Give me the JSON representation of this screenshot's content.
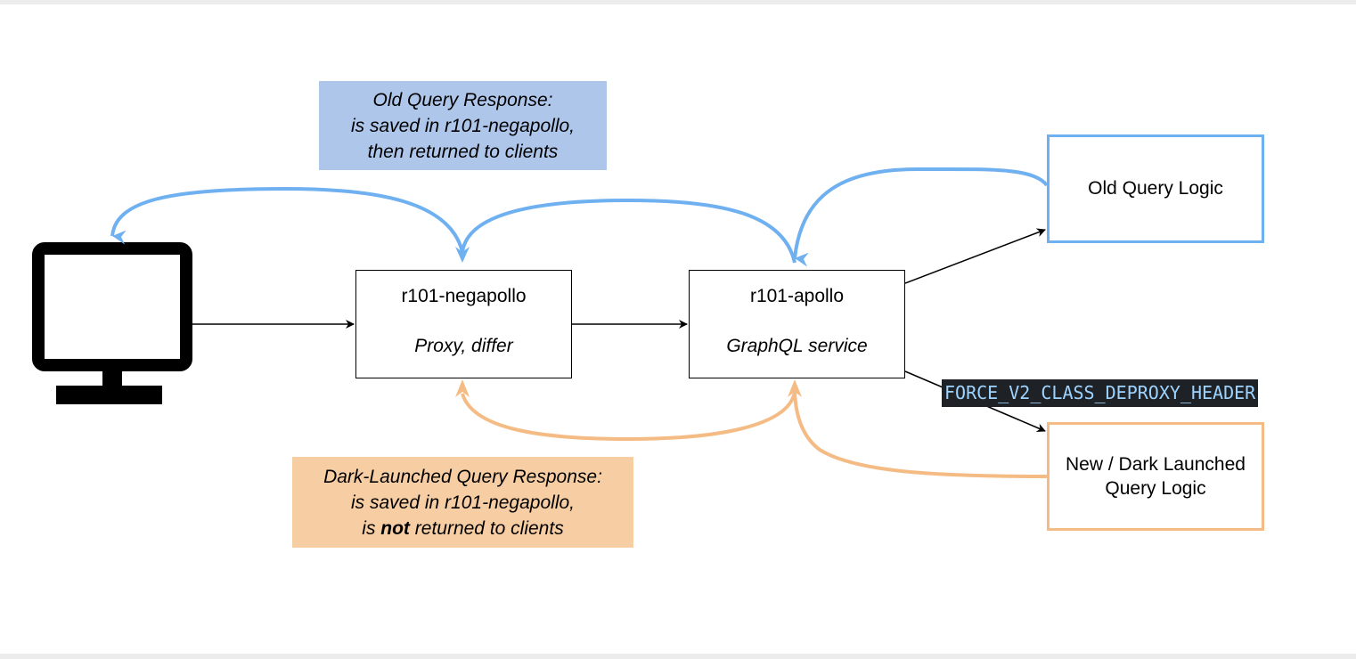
{
  "nodes": {
    "negapollo": {
      "title": "r101-negapollo",
      "subtitle": "Proxy, differ"
    },
    "apollo": {
      "title": "r101-apollo",
      "subtitle": "GraphQL service"
    },
    "old_logic": {
      "label": "Old Query Logic"
    },
    "new_logic": {
      "line1": "New / Dark Launched",
      "line2": "Query Logic"
    }
  },
  "notes": {
    "old_response": {
      "line1": "Old Query Response:",
      "line2": "is saved in r101-negapollo,",
      "line3": "then returned to clients"
    },
    "dark_response": {
      "line1": "Dark-Launched Query Response:",
      "line2": "is saved in r101-negapollo,",
      "line3_pre": "is ",
      "line3_bold": "not",
      "line3_post": " returned to clients"
    }
  },
  "edge_labels": {
    "force_header": "FORCE_V2_CLASS_DEPROXY_HEADER"
  },
  "icons": {
    "client": "computer-monitor-icon"
  },
  "colors": {
    "old_path": "#6fb0f0",
    "dark_path": "#f4bb84",
    "old_note_fill": "#aec6ea",
    "dark_note_fill": "#f7cda3"
  }
}
